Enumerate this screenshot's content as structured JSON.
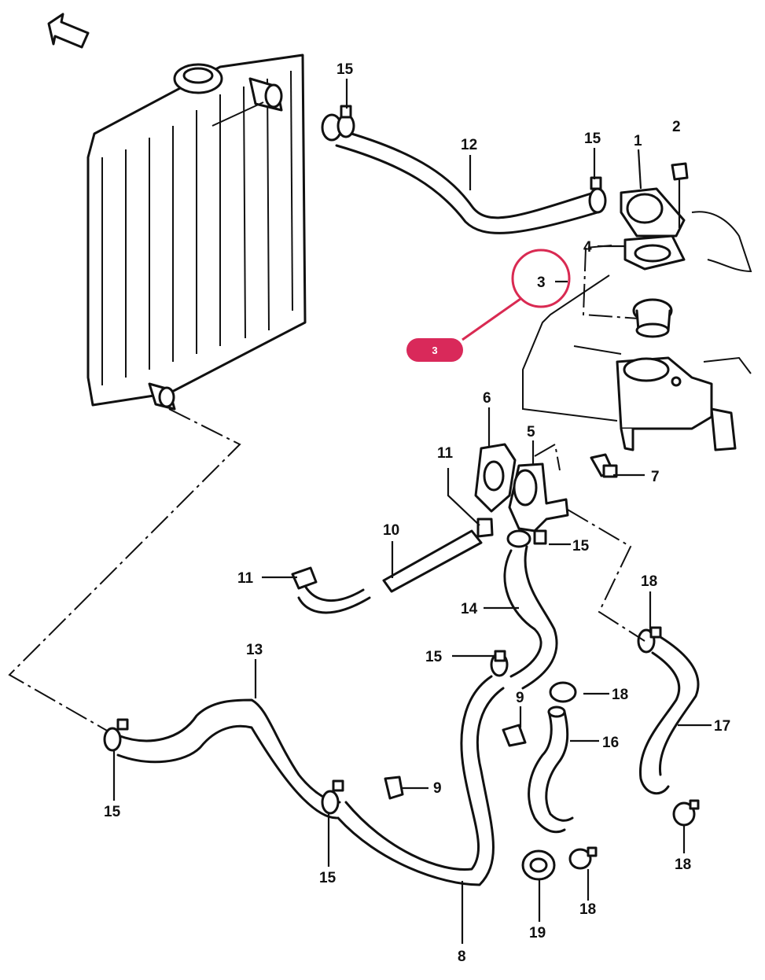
{
  "diagram": {
    "callouts": {
      "c1": "1",
      "c2": "2",
      "c3": "3",
      "c4": "4",
      "c5": "5",
      "c6": "6",
      "c7": "7",
      "c8": "8",
      "c9a": "9",
      "c9b": "9",
      "c10": "10",
      "c11a": "11",
      "c11b": "11",
      "c12": "12",
      "c13": "13",
      "c14": "14",
      "c15a": "15",
      "c15b": "15",
      "c15c": "15",
      "c15d": "15",
      "c15e": "15",
      "c15f": "15",
      "c16": "16",
      "c17": "17",
      "c18a": "18",
      "c18b": "18",
      "c18c": "18",
      "c18d": "18",
      "c19": "19"
    },
    "highlight": {
      "badge_label": "3",
      "color": "#d9295a"
    }
  },
  "icons": {
    "front_arrow": "front-direction-arrow-icon"
  }
}
